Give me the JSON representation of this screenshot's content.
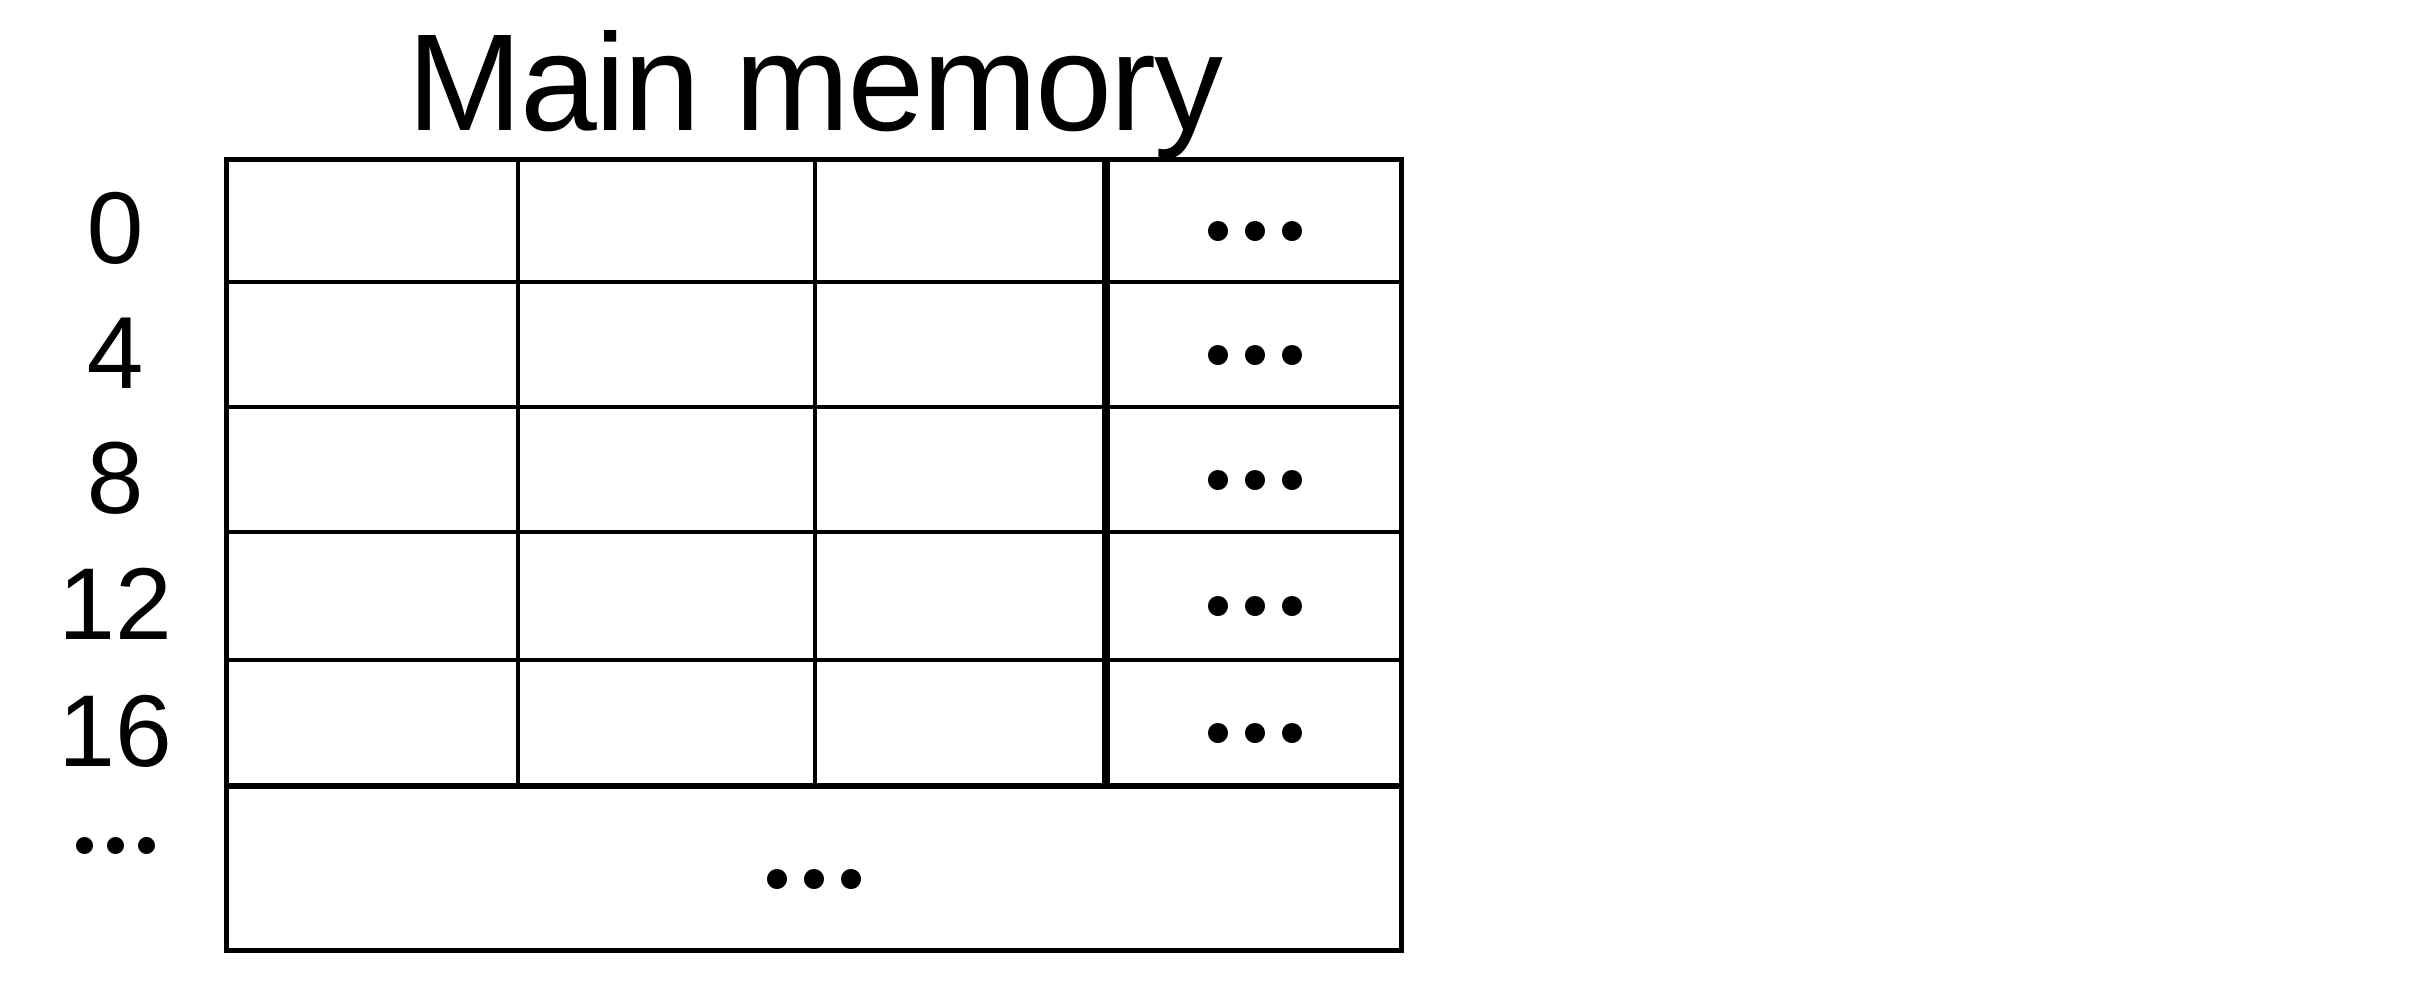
{
  "diagram": {
    "title": "Main memory",
    "table": {
      "rows": [
        {
          "address": "0",
          "cells": [
            "",
            "",
            "",
            "..."
          ]
        },
        {
          "address": "4",
          "cells": [
            "",
            "",
            "",
            "..."
          ]
        },
        {
          "address": "8",
          "cells": [
            "",
            "",
            "",
            "..."
          ]
        },
        {
          "address": "12",
          "cells": [
            "",
            "",
            "",
            "..."
          ]
        },
        {
          "address": "16",
          "cells": [
            "",
            "",
            "",
            "..."
          ]
        }
      ],
      "bottom_row": {
        "address": "...",
        "content": "..."
      }
    },
    "colors": {
      "line": "#000000",
      "text": "#000000",
      "background": "#ffffff"
    }
  }
}
